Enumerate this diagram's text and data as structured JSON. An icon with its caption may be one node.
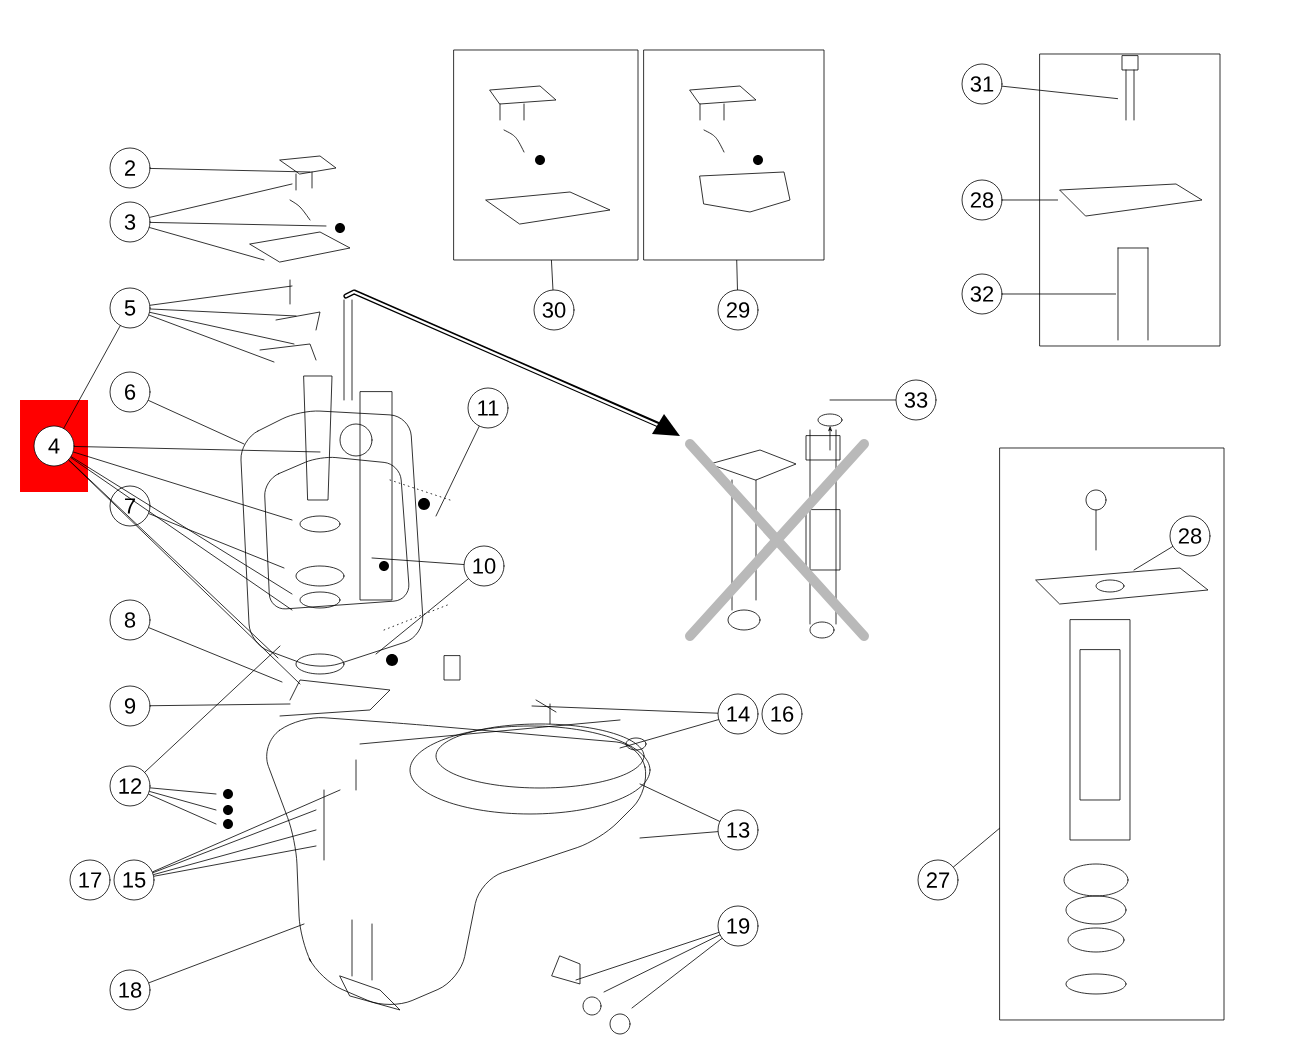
{
  "diagram": {
    "nodes": [
      {
        "text": [
          "2"
        ]
      },
      {
        "text": [
          "3"
        ]
      },
      {
        "text": [
          "5"
        ]
      },
      {
        "text": [
          "4"
        ]
      },
      {
        "text": [
          "6"
        ]
      },
      {
        "text": [
          "7"
        ]
      },
      {
        "text": [
          "8"
        ]
      },
      {
        "text": [
          "9"
        ]
      },
      {
        "text": [
          "11"
        ]
      },
      {
        "text": [
          "10"
        ]
      },
      {
        "text": [
          "12"
        ]
      },
      {
        "text": [
          "14"
        ]
      },
      {
        "text": [
          "16"
        ]
      },
      {
        "text": [
          "13"
        ]
      },
      {
        "text": [
          "17"
        ]
      },
      {
        "text": [
          "15"
        ]
      },
      {
        "text": [
          "18"
        ]
      },
      {
        "text": [
          "19"
        ]
      },
      {
        "text": [],
        "shape": "box"
      },
      {
        "text": [
          "30"
        ]
      },
      {
        "text": [],
        "shape": "box"
      },
      {
        "text": [
          "29"
        ]
      },
      {
        "text": [],
        "shape": "box"
      },
      {
        "text": [
          "31"
        ]
      },
      {
        "text": [
          "28"
        ]
      },
      {
        "text": [
          "32"
        ]
      },
      {
        "text": [
          "33"
        ]
      },
      {
        "text": [],
        "shape": "box"
      },
      {
        "text": [
          "28"
        ],
        "in": 27
      },
      {
        "text": [
          "27"
        ]
      },
      {
        "text": [],
        "shape": "picture",
        "in": 22
      },
      {
        "text": [],
        "shape": "picture",
        "in": 22
      },
      {
        "text": [],
        "shape": "picture",
        "in": 22
      }
    ],
    "edges": [
      {
        "from": 0,
        "to": null,
        "arrow": "none"
      },
      {
        "from": 1,
        "to": null,
        "arrow": "none"
      },
      {
        "from": 1,
        "to": null,
        "arrow": "none"
      },
      {
        "from": 1,
        "to": null,
        "arrow": "none"
      },
      {
        "from": 2,
        "to": null,
        "arrow": "none"
      },
      {
        "from": 2,
        "to": null,
        "arrow": "none"
      },
      {
        "from": 2,
        "to": null,
        "arrow": "none"
      },
      {
        "from": 2,
        "to": null,
        "arrow": "none"
      },
      {
        "from": 2,
        "to": 3,
        "arrow": "none"
      },
      {
        "from": 3,
        "to": null,
        "arrow": "none"
      },
      {
        "from": 3,
        "to": null,
        "arrow": "none"
      },
      {
        "from": 3,
        "to": null,
        "arrow": "none"
      },
      {
        "from": 3,
        "to": null,
        "arrow": "none"
      },
      {
        "from": 3,
        "to": null,
        "arrow": "none"
      },
      {
        "from": 3,
        "to": null,
        "arrow": "none"
      },
      {
        "from": 4,
        "to": null,
        "arrow": "none"
      },
      {
        "from": 5,
        "to": null,
        "arrow": "none"
      },
      {
        "from": 6,
        "to": null,
        "arrow": "none"
      },
      {
        "from": 7,
        "to": null,
        "arrow": "none"
      },
      {
        "from": 8,
        "to": null,
        "arrow": "none"
      },
      {
        "from": 9,
        "to": null,
        "arrow": "none"
      },
      {
        "from": 9,
        "to": null,
        "arrow": "none"
      },
      {
        "from": 10,
        "to": null,
        "arrow": "none"
      },
      {
        "from": 10,
        "to": null,
        "arrow": "none"
      },
      {
        "from": 10,
        "to": null,
        "arrow": "none"
      },
      {
        "from": 10,
        "to": null,
        "arrow": "none"
      },
      {
        "from": 11,
        "to": null,
        "arrow": "none"
      },
      {
        "from": 11,
        "to": null,
        "arrow": "none"
      },
      {
        "from": 13,
        "to": null,
        "arrow": "none"
      },
      {
        "from": 13,
        "to": null,
        "arrow": "none"
      },
      {
        "from": 15,
        "to": null,
        "arrow": "none"
      },
      {
        "from": 15,
        "to": null,
        "arrow": "none"
      },
      {
        "from": 15,
        "to": null,
        "arrow": "none"
      },
      {
        "from": 15,
        "to": null,
        "arrow": "none"
      },
      {
        "from": 16,
        "to": null,
        "arrow": "none"
      },
      {
        "from": 17,
        "to": null,
        "arrow": "none"
      },
      {
        "from": 17,
        "to": null,
        "arrow": "none"
      },
      {
        "from": 17,
        "to": null,
        "arrow": "none"
      },
      {
        "from": 19,
        "to": 18,
        "arrow": "none"
      },
      {
        "from": 21,
        "to": 20,
        "arrow": "none"
      },
      {
        "from": 23,
        "to": 30,
        "arrow": "none"
      },
      {
        "from": 24,
        "to": 31,
        "arrow": "none"
      },
      {
        "from": 25,
        "to": 32,
        "arrow": "none"
      },
      {
        "from": 26,
        "to": null,
        "arrow": "none"
      },
      {
        "from": 28,
        "to": null,
        "arrow": "none"
      },
      {
        "from": 29,
        "to": 27,
        "arrow": "none"
      }
    ]
  }
}
